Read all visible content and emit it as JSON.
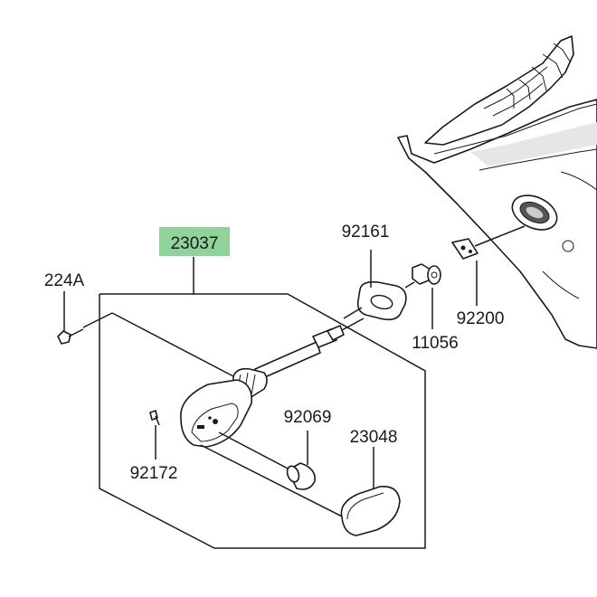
{
  "labels": {
    "main_assembly": "23037",
    "screw": "224A",
    "grommet": "92161",
    "nut": "11056",
    "clip": "92200",
    "bulb": "92069",
    "lens": "23048",
    "lens_screw": "92172"
  },
  "colors": {
    "highlight": "#8fd39a",
    "line": "#1a1a1a"
  }
}
